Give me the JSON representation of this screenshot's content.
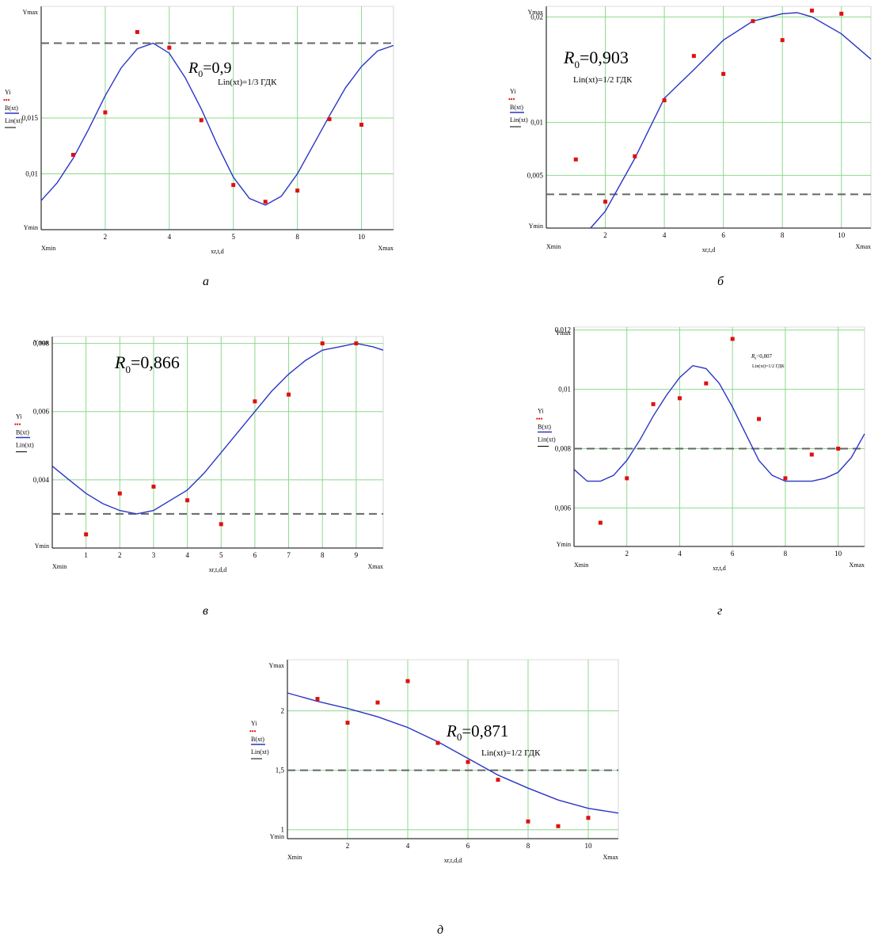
{
  "colors": {
    "grid": "#8ed88e",
    "curve": "#2b35c4",
    "points": "#e01010",
    "dash": "#666666",
    "axis": "#000000"
  },
  "panels": [
    {
      "caption": "а",
      "r_label": "R",
      "r_sub": "0",
      "r_value": "=0,9",
      "lin_text": "Lin(xt)=1/3 ГДК",
      "corner_labels": {
        "ymax": "Ymax",
        "ymin": "Ymin",
        "xmin": "Xmin",
        "xmax": "Xmax"
      },
      "xlabel": "xr,t,d",
      "legend": [
        "Yi",
        "•••",
        "B(xt)",
        "Lin(xt)"
      ],
      "xticks": [
        "2",
        "4",
        "5",
        "8",
        "10"
      ],
      "yticks": [
        "0,015",
        "0,01"
      ],
      "chart_data": {
        "type": "scatter",
        "xlim": [
          0,
          11
        ],
        "ylim": [
          0.005,
          0.025
        ],
        "xtick_values": [
          2,
          4,
          6,
          8,
          10
        ],
        "ytick_values": [
          0.015,
          0.01
        ],
        "points": {
          "x": [
            1,
            2,
            3,
            4,
            5,
            6,
            7,
            8,
            9,
            10
          ],
          "y": [
            0.0117,
            0.0155,
            0.0227,
            0.0213,
            0.0148,
            0.009,
            0.0075,
            0.0085,
            0.0149,
            0.0144
          ]
        },
        "curve": {
          "x": [
            0,
            0.5,
            1,
            1.5,
            2,
            2.5,
            3,
            3.5,
            4,
            4.5,
            5,
            5.5,
            6,
            6.5,
            7,
            7.5,
            8,
            8.5,
            9,
            9.5,
            10,
            10.5,
            11
          ],
          "y": [
            0.0076,
            0.0092,
            0.0114,
            0.0141,
            0.017,
            0.0195,
            0.0212,
            0.0217,
            0.0208,
            0.0186,
            0.0158,
            0.0126,
            0.0097,
            0.0078,
            0.0072,
            0.008,
            0.01,
            0.0126,
            0.0152,
            0.0177,
            0.0196,
            0.021,
            0.0215
          ]
        },
        "lin": 0.0217
      }
    },
    {
      "caption": "б",
      "r_label": "R",
      "r_sub": "0",
      "r_value": "=0,903",
      "lin_text": "Lin(xt)=1/2 ГДК",
      "corner_labels": {
        "ymax": "Ymax",
        "ymin": "Ymin",
        "xmin": "Xmin",
        "xmax": "Xmax"
      },
      "xlabel": "xr,t,d",
      "legend": [
        "Yi",
        "•••",
        "B(xt)",
        "Lin(xt)"
      ],
      "xticks": [
        "2",
        "4",
        "6",
        "8",
        "10"
      ],
      "yticks": [
        "0,02",
        "0,01",
        "0,005"
      ],
      "chart_data": {
        "type": "scatter",
        "xlim": [
          0,
          11
        ],
        "ylim": [
          0,
          0.021
        ],
        "xtick_values": [
          2,
          4,
          6,
          8,
          10
        ],
        "ytick_values": [
          0.02,
          0.01,
          0.005
        ],
        "points": {
          "x": [
            1,
            2,
            3,
            4,
            5,
            6,
            7,
            8,
            9,
            10
          ],
          "y": [
            0.0065,
            0.0025,
            0.0068,
            0.0121,
            0.0163,
            0.0146,
            0.0196,
            0.0178,
            0.0206,
            0.0203
          ]
        },
        "curve": {
          "x": [
            1.5,
            2,
            3,
            4,
            5,
            6,
            7,
            8,
            8.5,
            9,
            10,
            11
          ],
          "y": [
            0.0,
            0.0016,
            0.0066,
            0.0123,
            0.015,
            0.0178,
            0.0196,
            0.0203,
            0.0204,
            0.02,
            0.0184,
            0.016
          ]
        },
        "lin": 0.0032
      }
    },
    {
      "caption": "в",
      "r_label": "R",
      "r_sub": "0",
      "r_value": "=0,866",
      "lin_text": "",
      "corner_labels": {
        "ymax": "Ymax",
        "ymin": "Ymin",
        "xmin": "Xmin",
        "xmax": "Xmax"
      },
      "xlabel": "xr,t,d,d",
      "legend": [
        "Yi",
        "•••",
        "B(xt)",
        "Lin(xt)"
      ],
      "xticks": [
        "1",
        "2",
        "3",
        "4",
        "5",
        "6",
        "7",
        "8",
        "9"
      ],
      "yticks": [
        "0,008",
        "0,006",
        "0,004"
      ],
      "chart_data": {
        "type": "scatter",
        "xlim": [
          0,
          9.8
        ],
        "ylim": [
          0.002,
          0.0082
        ],
        "xtick_values": [
          1,
          2,
          3,
          4,
          5,
          6,
          7,
          8,
          9
        ],
        "ytick_values": [
          0.008,
          0.006,
          0.004
        ],
        "points": {
          "x": [
            1,
            2,
            3,
            4,
            5,
            6,
            7,
            8,
            9
          ],
          "y": [
            0.0024,
            0.0036,
            0.0038,
            0.0034,
            0.0027,
            0.0063,
            0.0065,
            0.008,
            0.008
          ]
        },
        "curve": {
          "x": [
            0,
            0.5,
            1,
            1.5,
            2,
            2.5,
            3,
            3.5,
            4,
            4.5,
            5,
            5.5,
            6,
            6.5,
            7,
            7.5,
            8,
            8.5,
            9,
            9.5,
            9.8
          ],
          "y": [
            0.0044,
            0.004,
            0.0036,
            0.0033,
            0.0031,
            0.003,
            0.0031,
            0.0034,
            0.0037,
            0.0042,
            0.0048,
            0.0054,
            0.006,
            0.0066,
            0.0071,
            0.0075,
            0.0078,
            0.0079,
            0.008,
            0.0079,
            0.0078
          ]
        },
        "lin": 0.003
      }
    },
    {
      "caption": "г",
      "r_label": "R",
      "r_sub": "0",
      "r_value": "=0,807",
      "lin_text": "Lin(xt)=1/2 ГДК",
      "corner_labels": {
        "ymax": "Ymax",
        "ymin": "Ymin",
        "xmin": "Xmin",
        "xmax": "Xmax"
      },
      "xlabel": "xr,t,d",
      "legend": [
        "Yi",
        "•••",
        "B(xt)",
        "Lin(xt)"
      ],
      "xticks": [
        "2",
        "4",
        "6",
        "8",
        "10"
      ],
      "yticks": [
        "0,012",
        "0,01",
        "0,008",
        "0,006"
      ],
      "chart_data": {
        "type": "scatter",
        "xlim": [
          0,
          11
        ],
        "ylim": [
          0.0047,
          0.0121
        ],
        "xtick_values": [
          2,
          4,
          6,
          8,
          10
        ],
        "ytick_values": [
          0.012,
          0.01,
          0.008,
          0.006
        ],
        "points": {
          "x": [
            1,
            2,
            3,
            4,
            5,
            6,
            7,
            8,
            9,
            10
          ],
          "y": [
            0.0055,
            0.007,
            0.0095,
            0.0097,
            0.0102,
            0.0117,
            0.009,
            0.007,
            0.0078,
            0.008
          ]
        },
        "curve": {
          "x": [
            0,
            0.5,
            1,
            1.5,
            2,
            2.5,
            3,
            3.5,
            4,
            4.5,
            5,
            5.5,
            6,
            6.5,
            7,
            7.5,
            8,
            8.5,
            9,
            9.5,
            10,
            10.5,
            11
          ],
          "y": [
            0.0073,
            0.0069,
            0.0069,
            0.0071,
            0.0076,
            0.0083,
            0.0091,
            0.0098,
            0.0104,
            0.0108,
            0.0107,
            0.0102,
            0.0094,
            0.0085,
            0.0076,
            0.0071,
            0.0069,
            0.0069,
            0.0069,
            0.007,
            0.0072,
            0.0077,
            0.0085
          ]
        },
        "lin": 0.008
      }
    },
    {
      "caption": "д",
      "r_label": "R",
      "r_sub": "0",
      "r_value": "=0,871",
      "lin_text": "Lin(xt)=1/2 ГДК",
      "corner_labels": {
        "ymax": "Ymax",
        "ymin": "Ymin",
        "xmin": "Xmin",
        "xmax": "Xmax"
      },
      "xlabel": "xr,t,d,d",
      "legend": [
        "Yi",
        "•••",
        "B(xt)",
        "Lin(xt)"
      ],
      "xticks": [
        "2",
        "4",
        "6",
        "8",
        "10"
      ],
      "yticks": [
        "2",
        "1,5",
        "1"
      ],
      "chart_data": {
        "type": "scatter",
        "xlim": [
          0,
          11
        ],
        "ylim": [
          0.925,
          2.43
        ],
        "xtick_values": [
          2,
          4,
          6,
          8,
          10
        ],
        "ytick_values": [
          2,
          1.5,
          1
        ],
        "points": {
          "x": [
            1,
            2,
            3,
            4,
            5,
            6,
            7,
            8,
            9,
            10
          ],
          "y": [
            2.1,
            1.9,
            2.07,
            2.25,
            1.73,
            1.57,
            1.42,
            1.07,
            1.03,
            1.1
          ]
        },
        "curve": {
          "x": [
            0,
            1,
            2,
            3,
            4,
            5,
            6,
            7,
            8,
            9,
            10,
            11
          ],
          "y": [
            2.15,
            2.08,
            2.02,
            1.95,
            1.86,
            1.74,
            1.6,
            1.46,
            1.35,
            1.25,
            1.18,
            1.14
          ]
        },
        "lin": 1.5
      }
    }
  ]
}
